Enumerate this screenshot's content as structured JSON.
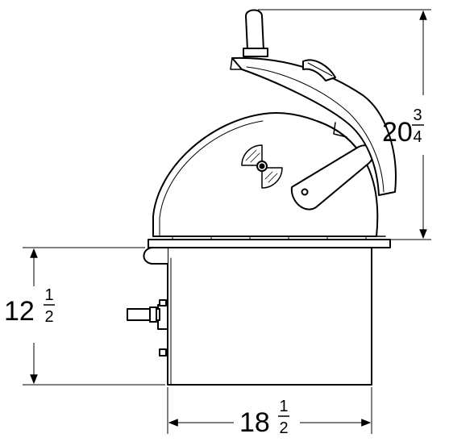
{
  "dimensions": {
    "height_overall": {
      "whole": "20",
      "numerator": "3",
      "denominator": "4"
    },
    "height_base": {
      "whole": "12",
      "numerator": "1",
      "denominator": "2"
    },
    "width_base": {
      "whole": "18",
      "numerator": "1",
      "denominator": "2"
    }
  }
}
